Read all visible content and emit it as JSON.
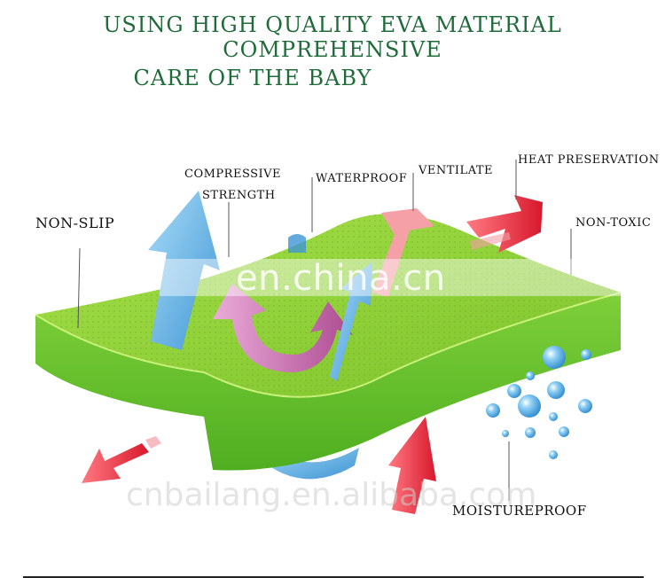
{
  "title": {
    "line1": "USING HIGH QUALITY EVA MATERIAL COMPREHENSIVE",
    "line2": "CARE OF THE BABY"
  },
  "labels": {
    "non_slip": "NON-SLIP",
    "compressive_1": "COMPRESSIVE",
    "compressive_2": "STRENGTH",
    "waterproof": "WATERPROOF",
    "ventilate": "VENTILATE",
    "heat_preservation": "HEAT PRESERVATION",
    "non_toxic": "NON-TOXIC",
    "moistureproof": "MOISTUREPROOF"
  },
  "watermarks": {
    "center": "en.china.cn",
    "bottom": "cnbailang.en.alibaba.com"
  },
  "colors": {
    "title_green": "#1f6b3a",
    "mat_green": "#8fd33a",
    "arrow_blue": "#5fb3e6",
    "arrow_pink": "#d870c8",
    "arrow_red": "#e23a4a"
  }
}
